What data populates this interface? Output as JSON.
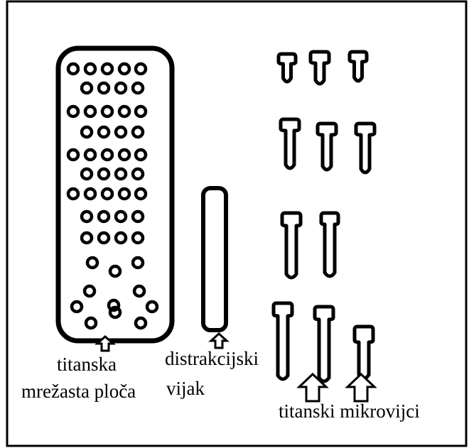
{
  "labels": {
    "mesh_plate_line1": "titanska",
    "mesh_plate_line2": "mrežasta ploča",
    "distraction_screw_line1": "distrakcijski",
    "distraction_screw_line2": "vijak",
    "microscrews": "titanski mikrovijci"
  },
  "colors": {
    "ink": "#000000",
    "background": "#ffffff"
  },
  "icons": [
    "up-arrow-icon"
  ]
}
